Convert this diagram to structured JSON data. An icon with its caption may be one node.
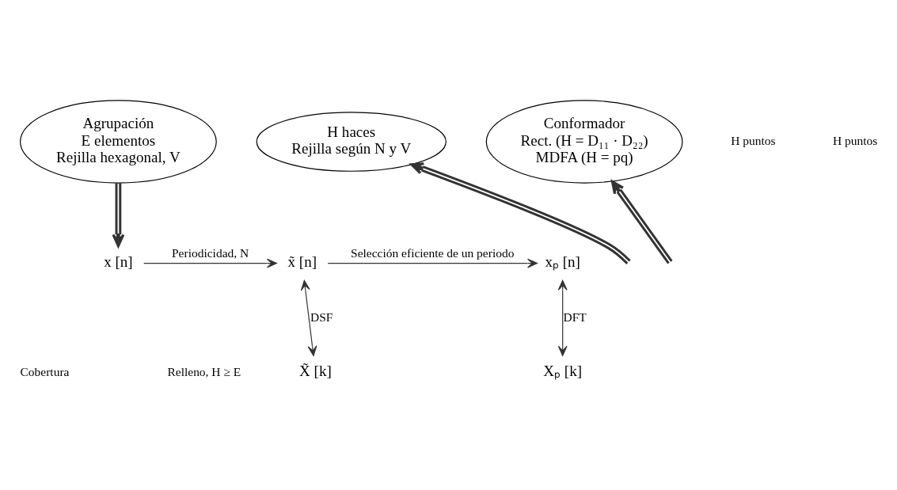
{
  "diagram": {
    "nodes": [
      {
        "text": [
          "Agrupación",
          "E elementos",
          "Rejilla hexagonal, V"
        ]
      },
      {
        "text": [
          "H haces",
          "Rejilla según N y V"
        ]
      },
      {
        "text": [
          "Conformador",
          "Rect. (H = D₁₁ · D₂₂)",
          "MDFA (H = pq)"
        ]
      },
      {
        "text": [
          "x [n]"
        ]
      },
      {
        "text": [
          "x̃ [n]"
        ]
      },
      {
        "text": [
          "xₚ [n]"
        ]
      },
      {
        "text": [
          "X̃ [k]"
        ]
      },
      {
        "text": [
          "Xₚ [k]"
        ]
      }
    ],
    "edges": [
      {
        "from": 0,
        "to": 3,
        "arrow": "to",
        "style": "thick"
      },
      {
        "from": null,
        "to": 1,
        "arrow": "to",
        "style": "thick"
      },
      {
        "from": null,
        "to": 2,
        "arrow": "to",
        "style": "thick"
      },
      {
        "from": 3,
        "to": 4,
        "arrow": "to",
        "label": "Periodicidad, N"
      },
      {
        "from": 4,
        "to": 5,
        "arrow": "to",
        "label": "Selección eficiente de un periodo"
      },
      {
        "from": 4,
        "to": 6,
        "arrow": "both",
        "label": "DSF"
      },
      {
        "from": 5,
        "to": 7,
        "arrow": "both",
        "label": "DFT"
      }
    ],
    "labels": [
      "Cobertura",
      "Relleno, H ≥ E",
      "H puntos",
      "H puntos"
    ]
  }
}
